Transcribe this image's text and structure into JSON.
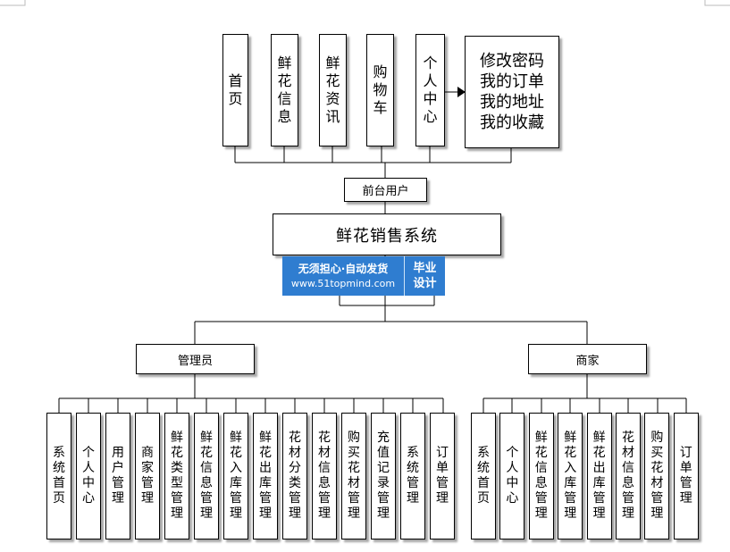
{
  "title": "鲜花销售系统",
  "frontend": {
    "label": "前台用户",
    "items": [
      "首页",
      "鲜花信息",
      "鲜花资讯",
      "购物车",
      "个人中心"
    ],
    "submenu": [
      "修改密码",
      "我的订单",
      "我的地址",
      "我的收藏"
    ]
  },
  "admin": {
    "label": "管理员",
    "items": [
      "系统首页",
      "个人中心",
      "用户管理",
      "商家管理",
      "鲜花类型管理",
      "鲜花信息管理",
      "鲜花入库管理",
      "鲜花出库管理",
      "花材分类管理",
      "花材信息管理",
      "购买花材管理",
      "充值记录管理",
      "系统管理",
      "订单管理"
    ]
  },
  "merchant": {
    "label": "商家",
    "items": [
      "系统首页",
      "个人中心",
      "鲜花信息管理",
      "鲜花入库管理",
      "鲜花出库管理",
      "花材信息管理",
      "购买花材管理",
      "订单管理"
    ]
  },
  "watermark": {
    "line1": "无须担心·自动发货",
    "line2": "www.51topmind.com",
    "badge1": "毕业",
    "badge2": "设计"
  }
}
